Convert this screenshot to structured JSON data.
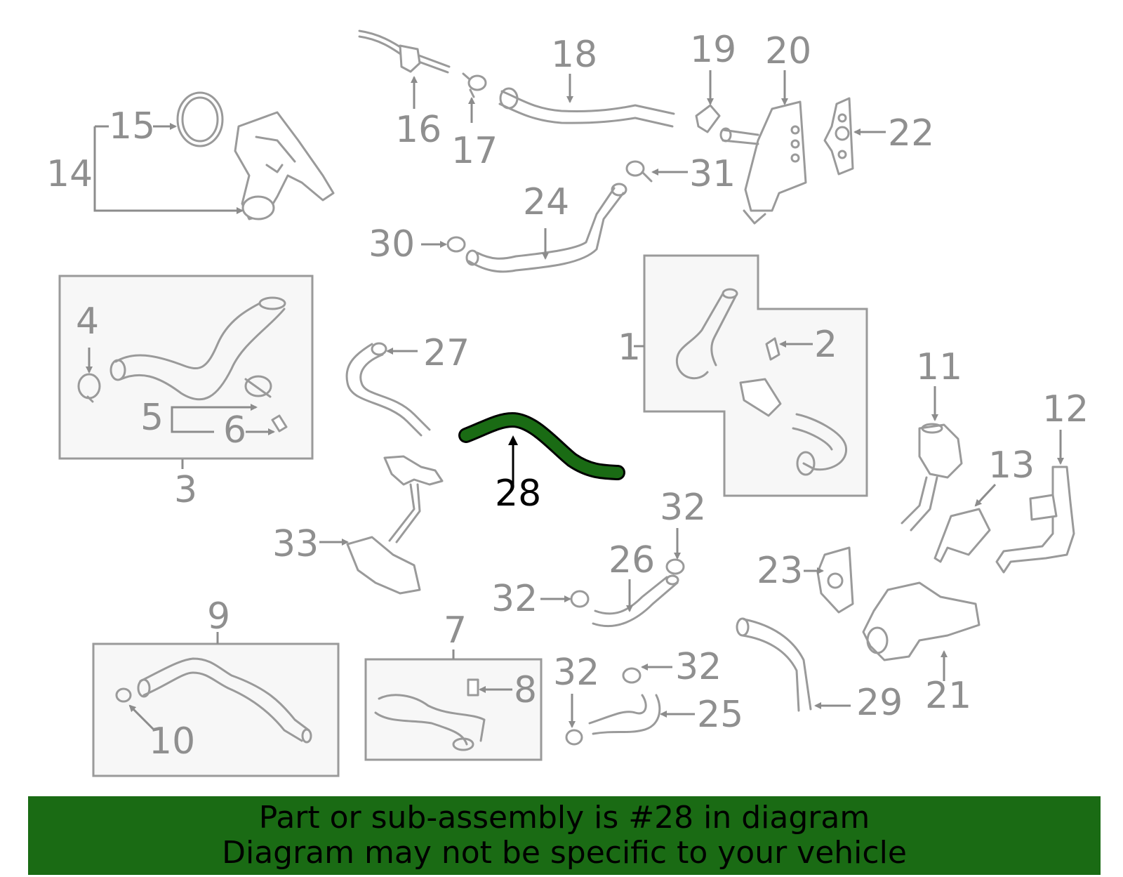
{
  "diagram": {
    "highlighted_part": "28",
    "highlight_color": "#1a6b14",
    "part_color": "#9a9a9a",
    "labels": {
      "p1": "1",
      "p2": "2",
      "p3": "3",
      "p4": "4",
      "p5": "5",
      "p6": "6",
      "p7": "7",
      "p8": "8",
      "p9": "9",
      "p10": "10",
      "p11": "11",
      "p12": "12",
      "p13": "13",
      "p14": "14",
      "p15": "15",
      "p16": "16",
      "p17": "17",
      "p18": "18",
      "p19": "19",
      "p20": "20",
      "p21": "21",
      "p22": "22",
      "p23": "23",
      "p24": "24",
      "p25": "25",
      "p26": "26",
      "p27": "27",
      "p28": "28",
      "p29": "29",
      "p30": "30",
      "p31": "31",
      "p32": "32",
      "p33": "33"
    }
  },
  "footer": {
    "line1": "Part or sub-assembly is #28 in diagram",
    "line2": "Diagram may not be specific to your vehicle",
    "background": "#1a6b14"
  }
}
